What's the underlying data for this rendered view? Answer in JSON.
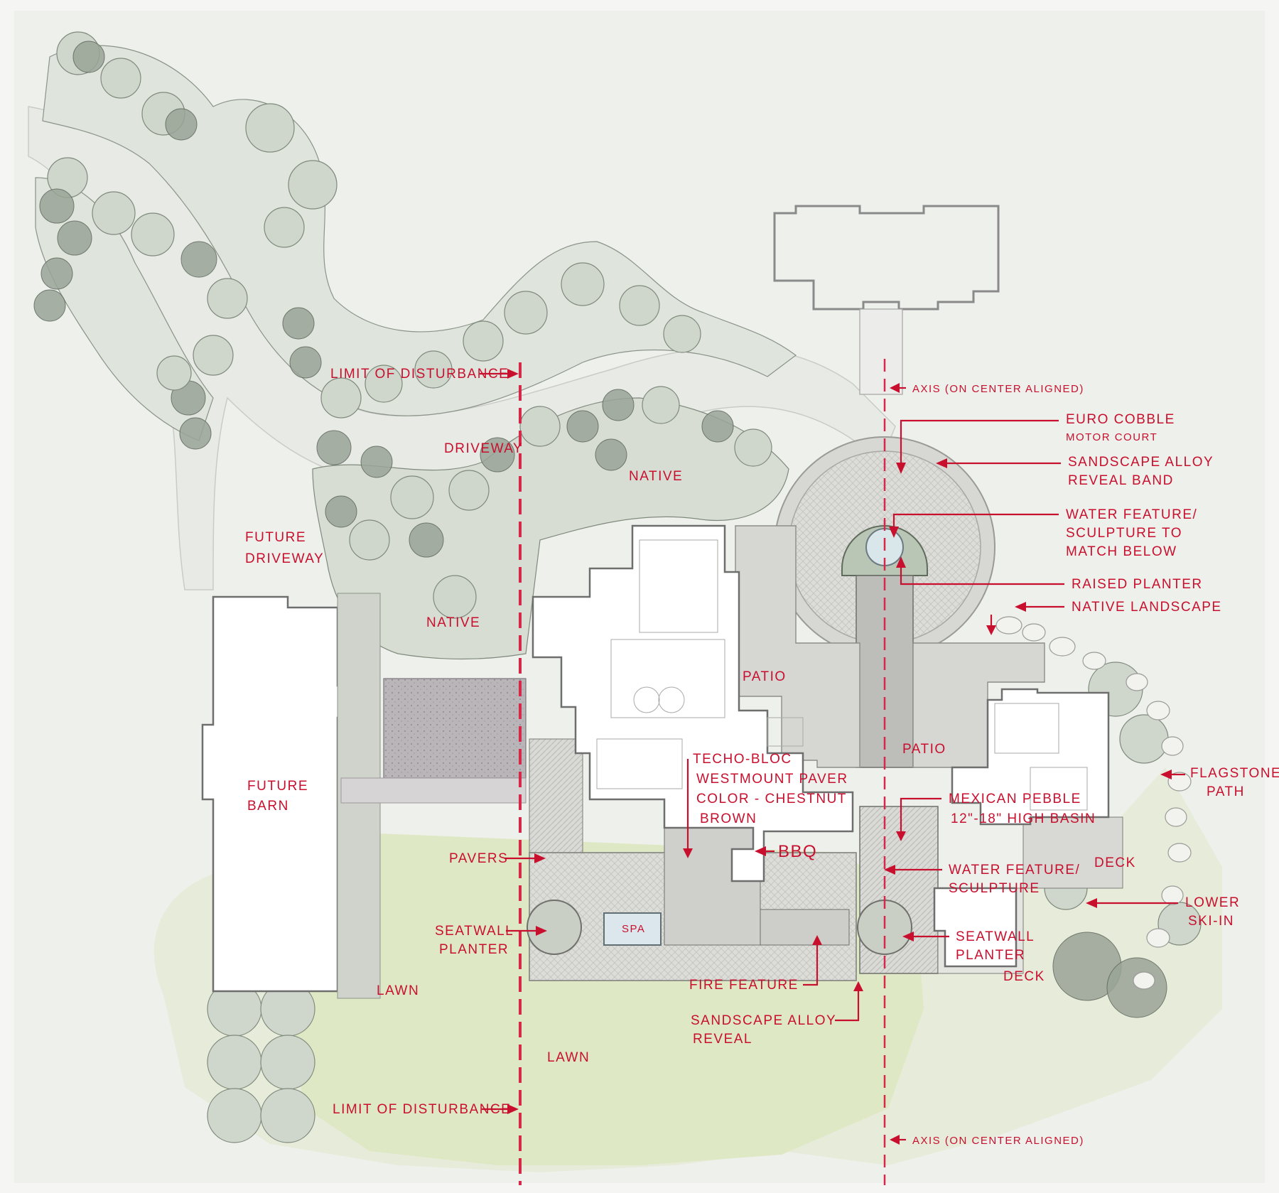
{
  "labels": {
    "limit_top": "LIMIT OF DISTURBANCE",
    "limit_bottom": "LIMIT OF DISTURBANCE",
    "driveway": "DRIVEWAY",
    "future_driveway_1": "FUTURE",
    "future_driveway_2": "DRIVEWAY",
    "native_top": "NATIVE",
    "native_left": "NATIVE",
    "future_barn_1": "FUTURE",
    "future_barn_2": "BARN",
    "axis_top": "AXIS (ON CENTER ALIGNED)",
    "axis_bottom": "AXIS (ON CENTER ALIGNED)",
    "euro_cobble_1": "EURO COBBLE",
    "euro_cobble_2": "MOTOR COURT",
    "sandscape_band_1": "SANDSCAPE ALLOY",
    "sandscape_band_2": "REVEAL BAND",
    "water_feature_top_1": "WATER FEATURE/",
    "water_feature_top_2": "SCULPTURE TO",
    "water_feature_top_3": "MATCH BELOW",
    "raised_planter": "RAISED PLANTER",
    "native_landscape": "NATIVE LANDSCAPE",
    "patio_1": "PATIO",
    "patio_2": "PATIO",
    "techo_1": "TECHO-BLOC",
    "techo_2": "WESTMOUNT PAVER",
    "techo_3": "COLOR - CHESTNUT",
    "techo_4": "BROWN",
    "mexican_1": "MEXICAN PEBBLE",
    "mexican_2": "12\"-18\" HIGH BASIN",
    "flagstone_1": "FLAGSTONE",
    "flagstone_2": "PATH",
    "bbq": "BBQ",
    "pavers": "PAVERS",
    "deck_1": "DECK",
    "deck_2": "DECK",
    "water_feature_bottom_1": "WATER FEATURE/",
    "water_feature_bottom_2": "SCULPTURE",
    "lower_1": "LOWER",
    "lower_2": "SKI-IN",
    "seatwall_left_1": "SEATWALL",
    "seatwall_left_2": "PLANTER",
    "seatwall_right_1": "SEATWALL",
    "seatwall_right_2": "PLANTER",
    "spa": "SPA",
    "fire_feature": "FIRE FEATURE",
    "sandscape_reveal_1": "SANDSCAPE ALLOY",
    "sandscape_reveal_2": "REVEAL",
    "lawn_left": "LAWN",
    "lawn_center": "LAWN"
  },
  "colors": {
    "annotation": "#c8102e",
    "lawn": "#dfe9c8",
    "native_ground": "#e3e8df",
    "building_outline": "#6e6e6e",
    "hardscape": "#d6d6d2"
  }
}
